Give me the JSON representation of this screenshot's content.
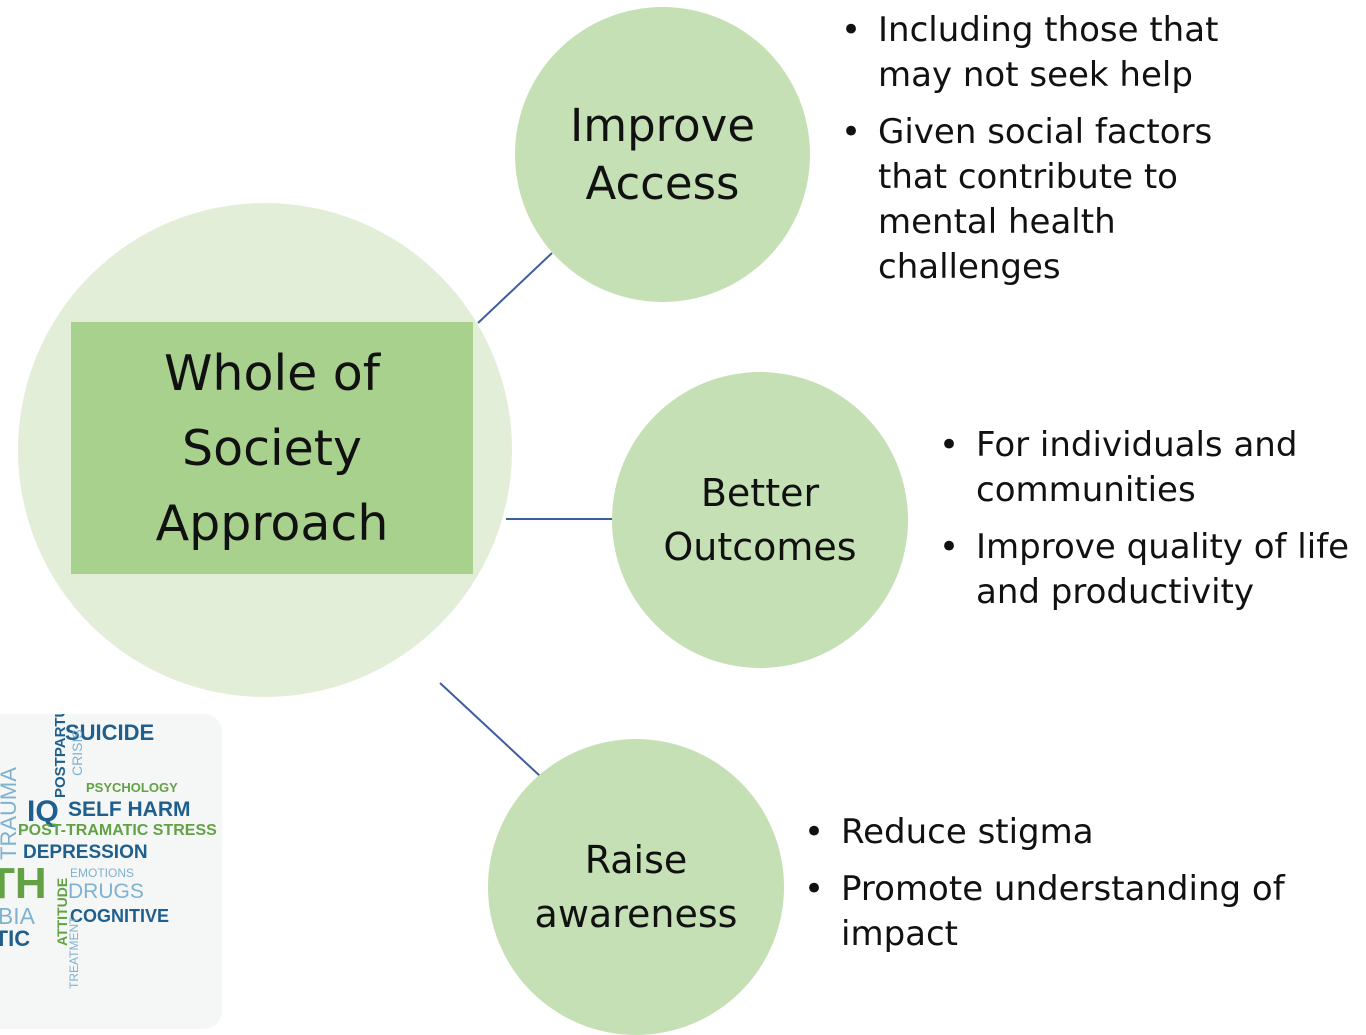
{
  "center": {
    "label": "Whole of\nSociety\nApproach"
  },
  "nodes": [
    {
      "label": "Improve\nAccess",
      "bullets": [
        "Including those that may not seek help",
        "Given  social factors that contribute to mental health challenges"
      ]
    },
    {
      "label": "Better\nOutcomes",
      "bullets": [
        "For individuals and communities",
        "Improve quality of life and productivity"
      ]
    },
    {
      "label": "Raise\nawareness",
      "bullets": [
        "Reduce stigma",
        "Promote understanding of impact"
      ]
    }
  ],
  "word_cloud": {
    "words": [
      "SUICIDE",
      "POSTPARTUM",
      "CRISIS",
      "PSYCHOLOGY",
      "TRAUMA",
      "IQ",
      "SELF HARM",
      "POST-TRAMATIC STRESS",
      "DEPRESSION",
      "TH",
      "ATTITUDE",
      "EMOTIONS",
      "DRUGS",
      "OBIA",
      "COGNITIVE",
      "ETIC",
      "TREATMENT"
    ]
  },
  "colors": {
    "outer_circle": "#e2eed7",
    "center_box": "#a9d18e",
    "node": "#c5e0b4",
    "connector": "#3e5e9e"
  }
}
